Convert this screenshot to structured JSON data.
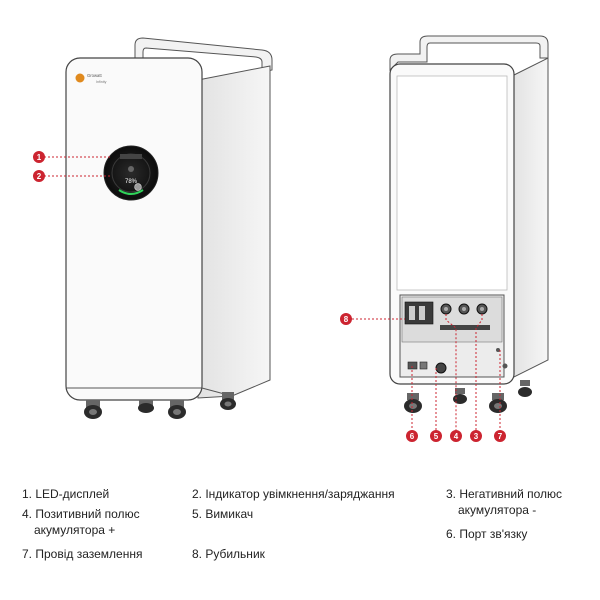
{
  "brand": {
    "logo_text": "Growatt",
    "logo_sub": "Infinity"
  },
  "front_unit": {
    "display_text": "78%",
    "callouts": [
      "1",
      "2"
    ]
  },
  "back_unit": {
    "callouts_bottom": [
      "6",
      "5",
      "4",
      "3",
      "7"
    ],
    "callout_left": "8"
  },
  "colors": {
    "callout_red": "#cc2430",
    "display_green": "#2fd35a",
    "unit_body": "#f7f7f7",
    "outline": "#444444"
  },
  "legend": {
    "item1": "1. LED-дисплей",
    "item2": "2. Індикатор увімкнення/заряджання",
    "item3_line1": "3. Негативний полюс",
    "item3_line2": "акумулятора -",
    "item4_line1": "4. Позитивний полюс",
    "item4_line2": "акумулятора +",
    "item5": "5. Вимикач",
    "item6": "6. Порт зв'язку",
    "item7": "7. Провід заземлення",
    "item8": "8. Рубильник"
  }
}
